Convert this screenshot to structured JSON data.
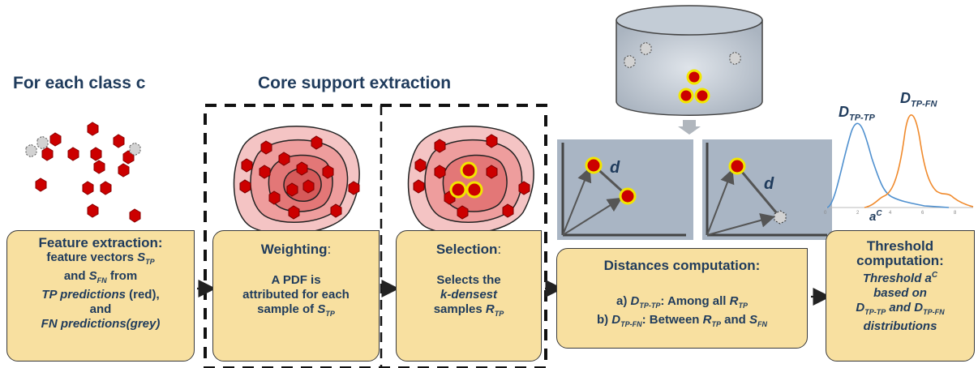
{
  "headers": {
    "class_header": "For each class c",
    "core_header": "Core support extraction"
  },
  "boxes": {
    "feature": {
      "title": "Feature extraction:",
      "line1_pre": "feature vectors ",
      "line1_sym": "S",
      "line1_sub": "TP",
      "line2_pre": "and ",
      "line2_sym": "S",
      "line2_sub": "FN",
      "line2_post": " from",
      "line3_italic": "TP predictions",
      "line3_post": " (red),",
      "line4": "and",
      "line5_italic": "FN predictions(grey)"
    },
    "weighting": {
      "title": "Weighting",
      "colon": ":",
      "line1": "A PDF is",
      "line2": "attributed for each",
      "line3_pre": "sample of ",
      "line3_sym": "S",
      "line3_sub": "TP"
    },
    "selection": {
      "title": "Selection",
      "colon": ":",
      "line1": "Selects the",
      "line2_italic": "k-densest",
      "line3_pre": "samples ",
      "line3_sym": "R",
      "line3_sub": "TP"
    },
    "distances": {
      "title": "Distances computation:",
      "a_pre": "a) ",
      "a_sym": "D",
      "a_sub": "TP-TP",
      "a_post": ": Among all ",
      "a_sym2": "R",
      "a_sub2": "TP",
      "b_pre": "b) ",
      "b_sym": "D",
      "b_sub": "TP-FN",
      "b_post": ": Between ",
      "b_sym2": "R",
      "b_sub2": "TP",
      "b_and": " and ",
      "b_sym3": "S",
      "b_sub3": "FN"
    },
    "threshold": {
      "title1": "Threshold",
      "title2": "computation:",
      "line1_italic": "Threshold  a",
      "line1_sup": "C",
      "line2": "based on",
      "line3_sym": "D",
      "line3_sub": "TP-TP",
      "line3_and": " and ",
      "line3_sym2": "D",
      "line3_sub2": "TP-FN",
      "line4": "distributions"
    }
  },
  "plot_labels": {
    "d1": "d",
    "d2": "d",
    "dtptp_sym": "D",
    "dtptp_sub": "TP-TP",
    "dtpfn_sym": "D",
    "dtpfn_sub": "TP-FN",
    "ac_sym": "a",
    "ac_sup": "C"
  },
  "colors": {
    "red_point": "#cc0000",
    "grey_point": "#c8c8c8",
    "box_fill": "#f8e0a0",
    "text_navy": "#1f3b5c",
    "panel_fill": "#a9b5c4",
    "curve_blue": "#4f90cf",
    "curve_orange": "#f08a2c",
    "highlight_ring": "#ffee00"
  }
}
